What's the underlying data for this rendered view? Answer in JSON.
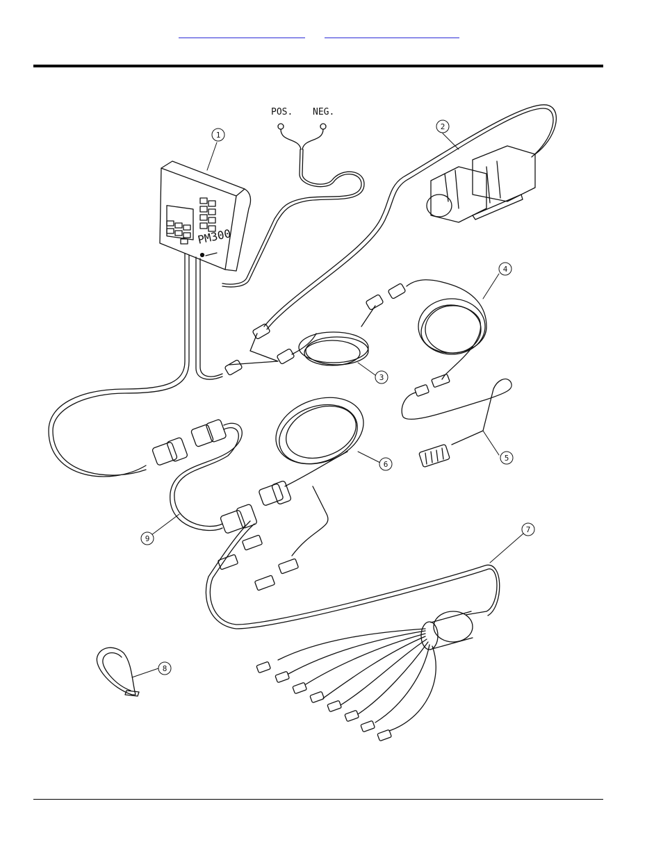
{
  "header": {
    "link_left": "",
    "link_right": ""
  },
  "diagram": {
    "labels": {
      "pos": "POS.",
      "neg": "NEG.",
      "monitor": "PM300"
    },
    "callouts": [
      "1",
      "2",
      "3",
      "4",
      "5",
      "6",
      "7",
      "8",
      "9"
    ]
  }
}
